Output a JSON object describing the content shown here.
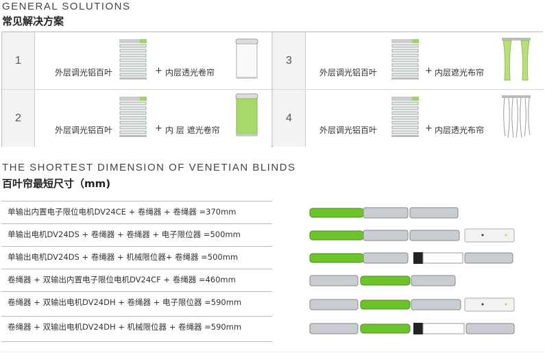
{
  "section1": {
    "title_en": "GENERAL SOLUTIONS",
    "title_cn": "常见解决方案",
    "solutions": [
      {
        "num": "1",
        "outer": "外层调光铝百叶",
        "plus": "+",
        "inner": "内层透光卷帘",
        "inner_icon": "roller-blind-white-icon"
      },
      {
        "num": "3",
        "outer": "外层调光铝百叶",
        "plus": "+",
        "inner": "内层遮光布帘",
        "inner_icon": "curtain-green-icon"
      },
      {
        "num": "2",
        "outer": "外层调光铝百叶",
        "plus": "+",
        "inner": "内 层 遮光卷帘",
        "inner_icon": "roller-blind-green-icon"
      },
      {
        "num": "4",
        "outer": "外层调光铝百叶",
        "plus": "+",
        "inner": "内层透光布帘",
        "inner_icon": "curtain-white-icon"
      }
    ],
    "outer_icon": "venetian-blind-icon"
  },
  "section2": {
    "title_en": "THE SHORTEST DIMENSION OF VENETIAN BLINDS",
    "title_cn": "百叶帘最短尺寸（mm)",
    "rows": [
      {
        "text": "单输出内置电子限位电机DV24CE + 卷绳器 + 卷绳器 =370mm",
        "config": "motor-ce"
      },
      {
        "text": "单输出电机DV24DS + 卷绳器 + 卷绳器 + 电子限位器 =500mm",
        "config": "motor-ds-electronic"
      },
      {
        "text": "单输出电机DV24DS + 卷绳器 + 机械限位器+ 卷绳器 =500mm",
        "config": "motor-ds-mechanical"
      },
      {
        "text": "卷绳器 + 双输出内置电子限位电机DV24CF + 卷绳器 =460mm",
        "config": "motor-cf"
      },
      {
        "text": "卷绳器 + 双输出电机DV24DH + 卷绳器 + 电子限位器 =590mm",
        "config": "motor-dh-electronic"
      },
      {
        "text": "卷绳器 + 双输出电机DV24DH + 机械限位器 + 卷绳器 =590mm",
        "config": "motor-dh-mechanical"
      }
    ]
  },
  "colors": {
    "accent_green": "#6cc42a",
    "light_green": "#b8e07a",
    "metal": "#c9cdd2"
  }
}
